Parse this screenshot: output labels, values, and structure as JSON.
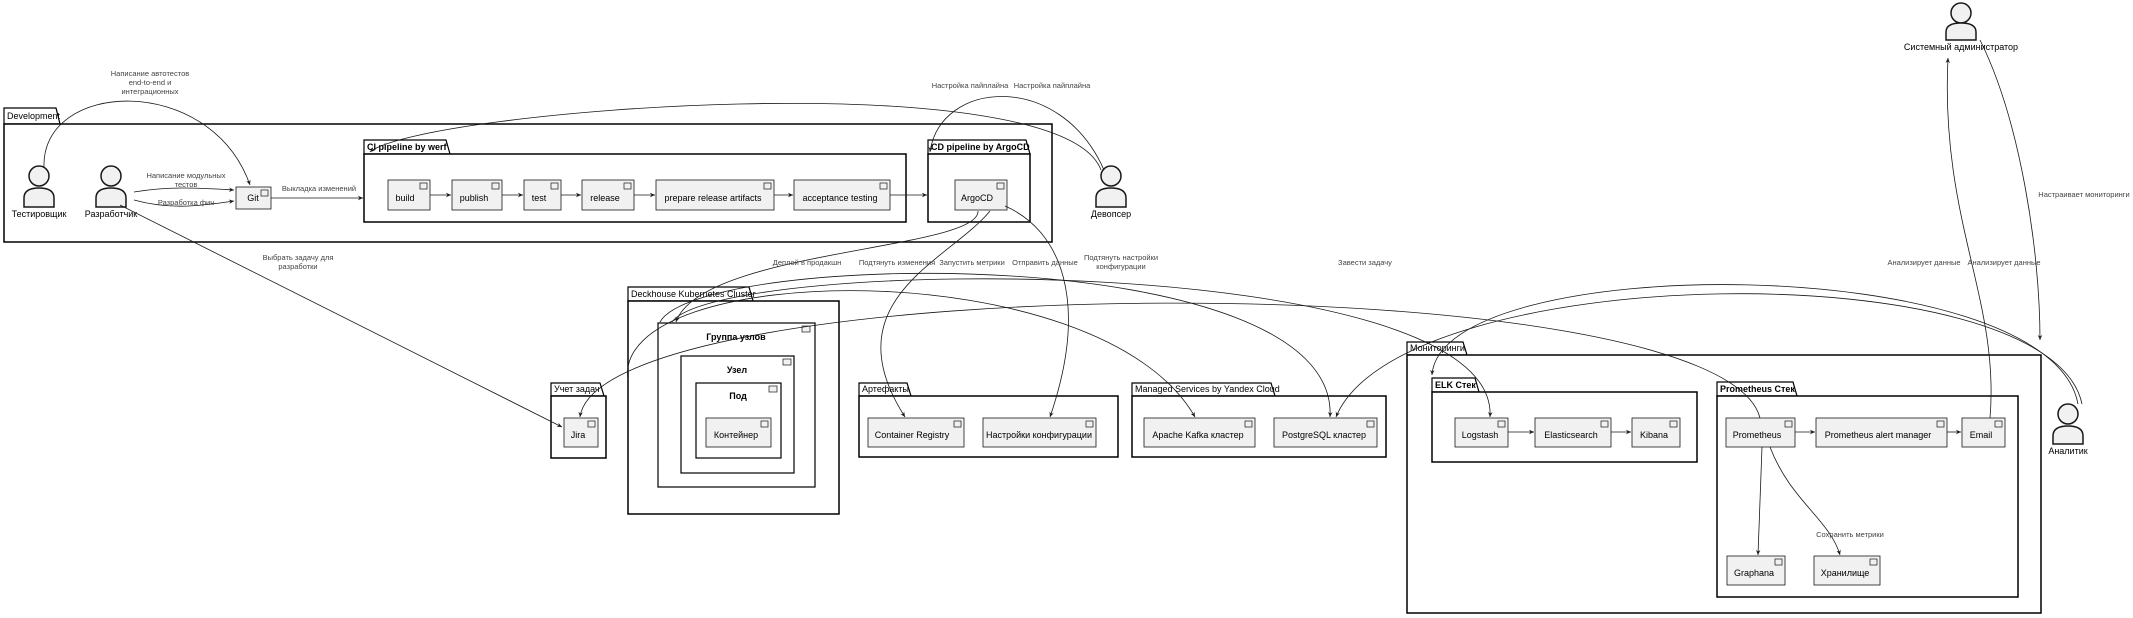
{
  "packages": {
    "development": "Development",
    "ci": "CI pipeline by werf",
    "cd": "CD pipeline by ArgoCD",
    "cluster": "Deckhouse Kubernetes Cluster",
    "tasks": "Учет задач",
    "artifacts": "Артефакты",
    "managed": "Managed Services by Yandex Cloud",
    "monitoring": "Мониторинги",
    "elk": "ELK Стек",
    "prometheus": "Prometheus Стек"
  },
  "nested": {
    "node_group": "Группа узлов",
    "node": "Узел",
    "pod": "Под",
    "container": "Контейнер"
  },
  "actors": {
    "tester": "Тестировщик",
    "developer": "Разработчик",
    "devops": "Девопсер",
    "sysadmin": "Системный администратор",
    "analyst": "Аналитик"
  },
  "components": {
    "git": "Git",
    "build": "build",
    "publish": "publish",
    "test": "test",
    "release": "release",
    "prepare": "prepare release artifacts",
    "acceptance": "acceptance testing",
    "argocd": "ArgoCD",
    "jira": "Jira",
    "registry": "Container Registry",
    "config": "Настройки конфигурации",
    "kafka": "Apache Kafka кластер",
    "postgres": "PostgreSQL кластер",
    "logstash": "Logstash",
    "elasticsearch": "Elasticsearch",
    "kibana": "Kibana",
    "prometheus": "Prometheus",
    "alertmanager": "Prometheus alert manager",
    "email": "Email",
    "graphana": "Graphana",
    "storage": "Хранилище"
  },
  "edges": {
    "autotests_1": "Написание автотестов",
    "autotests_2": "end-to-end и",
    "autotests_3": "интеграционных",
    "unit_1": "Написание модульных",
    "unit_2": "тестов",
    "features": "Разработка фич",
    "push": "Выкладка изменений",
    "pipeline_setup_1": "Настройка пайплайна",
    "pipeline_setup_2": "Настройка пайплайна",
    "pick_task_1": "Выбрать задачу для",
    "pick_task_2": "разработки",
    "deploy": "Деплой в продакшн",
    "pull_changes": "Подтянуть изменения",
    "run_metrics": "Запустить метрики",
    "send_data": "Отправить данные",
    "pull_config_1": "Подтянуть настройки",
    "pull_config_2": "конфигурации",
    "create_task": "Завести задачу",
    "analyze_1": "Анализирует данные",
    "analyze_2": "Анализирует данные",
    "setup_monitoring": "Настраивает мониторинги",
    "save_metrics": "Сохранить метрики"
  }
}
